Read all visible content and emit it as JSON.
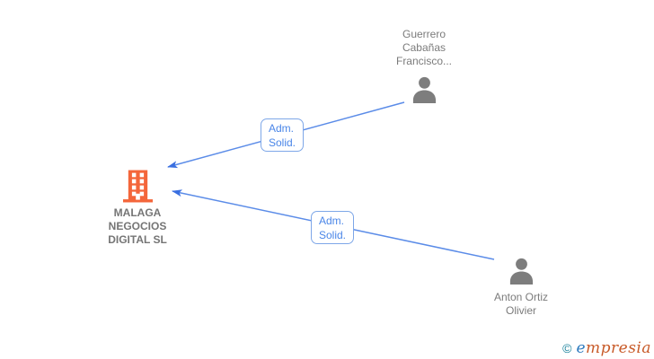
{
  "diagram": {
    "type": "network-graph",
    "company": {
      "label": "MALAGA NEGOCIOS DIGITAL SL",
      "icon": "building-icon"
    },
    "persons": [
      {
        "label": "Guerrero Cabañas Francisco...",
        "icon": "person-icon"
      },
      {
        "label": "Anton Ortiz Olivier",
        "icon": "person-icon"
      }
    ],
    "edges": [
      {
        "from": "Guerrero Cabañas Francisco...",
        "to": "MALAGA NEGOCIOS DIGITAL SL",
        "label_line1": "Adm.",
        "label_line2": "Solid."
      },
      {
        "from": "Anton Ortiz Olivier",
        "to": "MALAGA NEGOCIOS DIGITAL SL",
        "label_line1": "Adm.",
        "label_line2": "Solid."
      }
    ],
    "colors": {
      "building": "#f4663b",
      "person": "#7d7d7d",
      "edge_line": "#5b8ce8",
      "edge_arrow": "#3a6fe0",
      "edge_label_text": "#4a86e8",
      "edge_label_border": "#7ea7e8",
      "company_label_text": "#757575",
      "person_label_text": "#7b7b7b"
    }
  },
  "footer": {
    "copyright": "©",
    "brand_initial": "e",
    "brand_rest": "mpresia"
  }
}
